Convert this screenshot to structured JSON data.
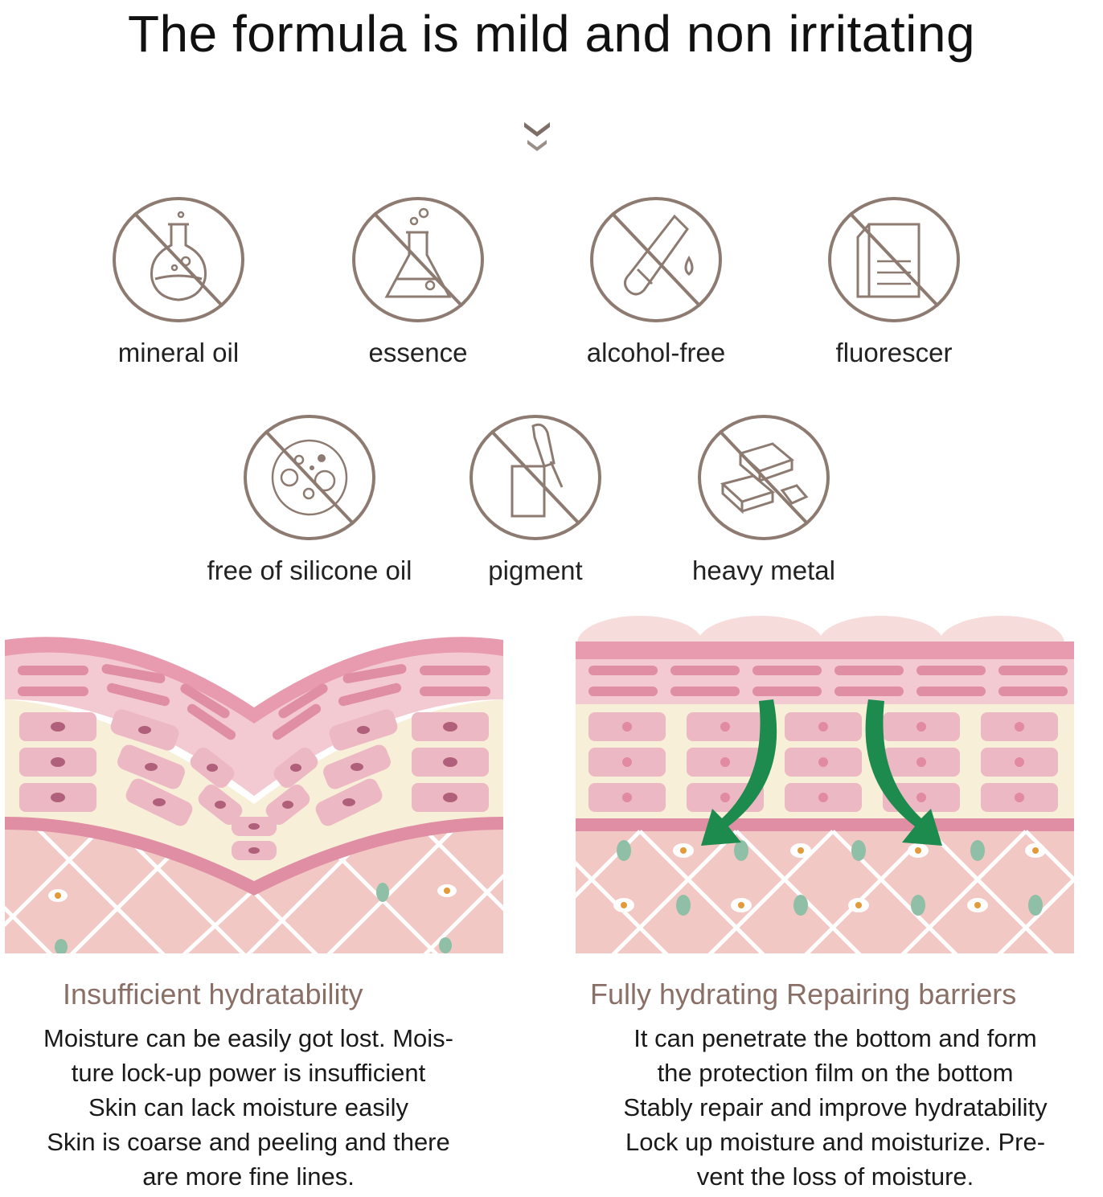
{
  "header": {
    "title": "The formula is mild and non irritating"
  },
  "free_from": [
    {
      "label": "mineral oil",
      "icon": "flask-crossed-icon"
    },
    {
      "label": "essence",
      "icon": "beaker-crossed-icon"
    },
    {
      "label": "alcohol-free",
      "icon": "test-tube-crossed-icon"
    },
    {
      "label": "fluorescer",
      "icon": "document-crossed-icon"
    },
    {
      "label": "free of silicone oil",
      "icon": "bubbles-crossed-icon"
    },
    {
      "label": "pigment",
      "icon": "dropper-bottle-crossed-icon"
    },
    {
      "label": "heavy metal",
      "icon": "metal-bars-crossed-icon"
    }
  ],
  "left_panel": {
    "title": "Insufficient hydratability",
    "lines": [
      "Moisture can be easily got lost. Mois-",
      "ture lock-up power is insufficient",
      "Skin can lack moisture easily",
      "Skin is coarse and peeling and there",
      "are more fine lines."
    ]
  },
  "right_panel": {
    "title": "Fully hydrating Repairing barriers",
    "lines": [
      "It can penetrate the bottom and form",
      "the protection film on the bottom",
      "Stably repair and improve hydratability",
      "Lock up moisture and moisturize. Pre-",
      "vent the loss of moisture."
    ]
  },
  "colors": {
    "icon_stroke": "#8d7b71",
    "skin_top": "#e89aae",
    "skin_band": "#f3c9d2",
    "cream": "#f8efd9",
    "cell": "#ecb8c3",
    "cell_dot": "#b0607a",
    "dermis": "#f2c8c4",
    "arrow_green": "#1e8b4e",
    "node_green": "#8fbfa6",
    "nucleus_orange": "#e29a3a",
    "panel_title": "#8a6f67"
  }
}
